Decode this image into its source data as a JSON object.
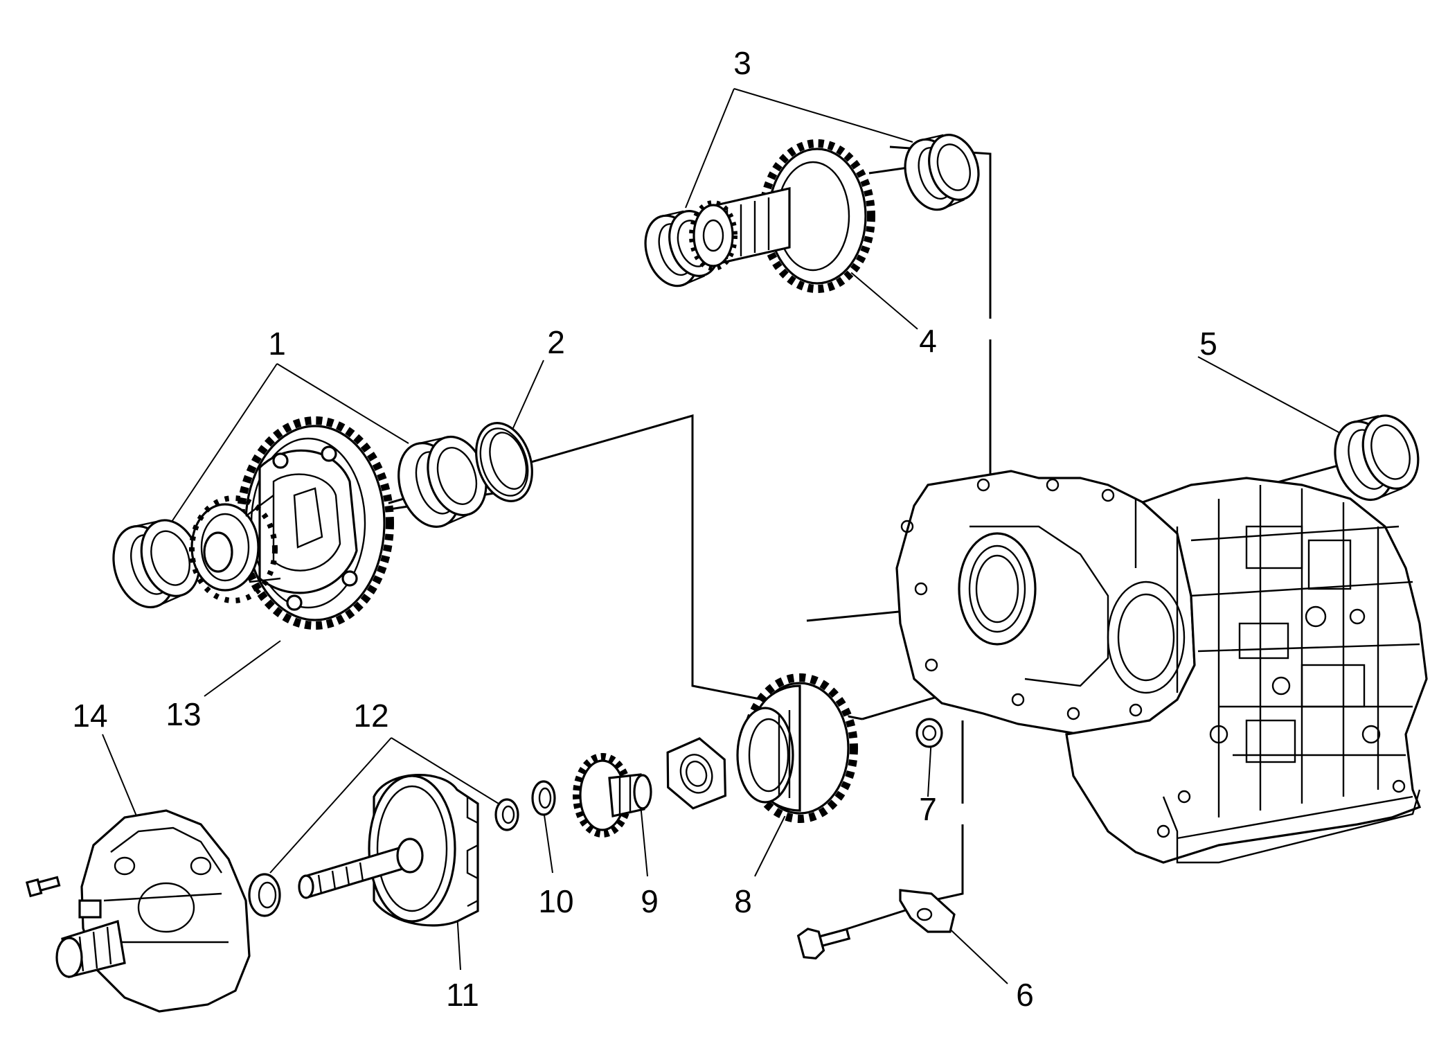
{
  "callouts": {
    "c1": "1",
    "c2": "2",
    "c3": "3",
    "c4": "4",
    "c5": "5",
    "c6": "6",
    "c7": "7",
    "c8": "8",
    "c9": "9",
    "c10": "10",
    "c11": "11",
    "c12": "12",
    "c13": "13",
    "c14": "14"
  },
  "colors": {
    "ink": "#000000",
    "paper": "#ffffff"
  }
}
